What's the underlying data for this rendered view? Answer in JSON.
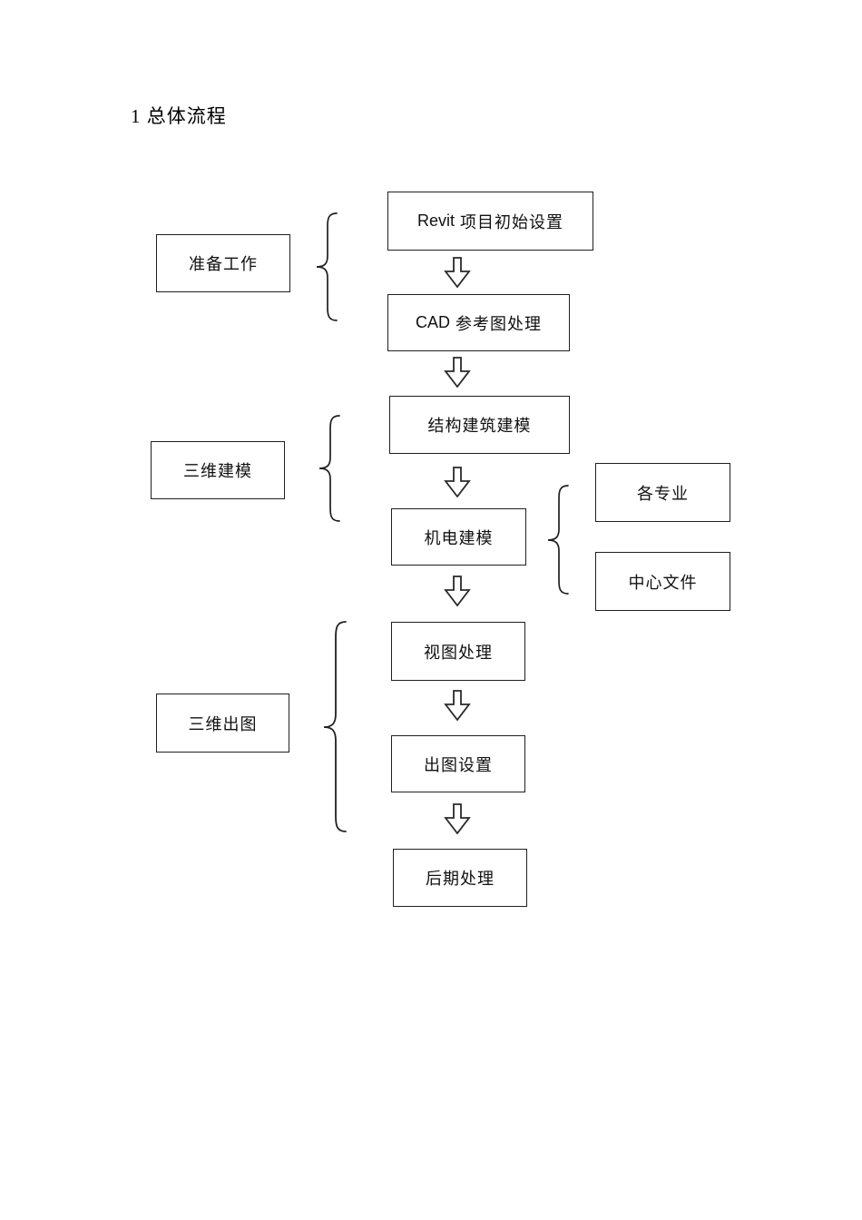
{
  "page": {
    "heading": "1 总体流程"
  },
  "flowchart": {
    "stages": [
      {
        "label": "准备工作"
      },
      {
        "label": "三维建模"
      },
      {
        "label": "三维出图"
      }
    ],
    "steps": [
      {
        "prefix": "Revit",
        "text": "项目初始设置"
      },
      {
        "prefix": "CAD",
        "text": "参考图处理"
      },
      {
        "prefix": "",
        "text": "结构建筑建模"
      },
      {
        "prefix": "",
        "text": "机电建模"
      },
      {
        "prefix": "",
        "text": "视图处理"
      },
      {
        "prefix": "",
        "text": "出图设置"
      },
      {
        "prefix": "",
        "text": "后期处理"
      }
    ],
    "side_items": [
      {
        "text": "各专业"
      },
      {
        "text": "中心文件"
      }
    ],
    "colors": {
      "line": "#1f1f1f",
      "text": "#111111",
      "page_background": "#ffffff"
    }
  }
}
